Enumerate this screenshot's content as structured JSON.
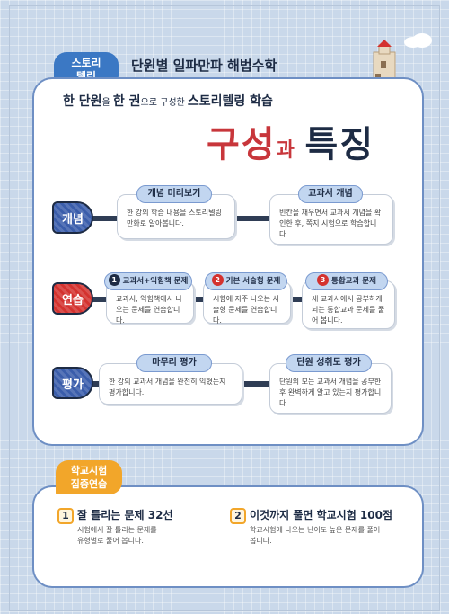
{
  "header": {
    "tag_line1": "스토리",
    "tag_line2": "텔링",
    "title": "단원별 일파만파 해법수학"
  },
  "main": {
    "subtitle_part1": "한 단원",
    "subtitle_part2": "을 ",
    "subtitle_part3": "한 권",
    "subtitle_part4": "으로 구성한 ",
    "subtitle_part5": "스토리텔링 학습",
    "big_title_1": "구성",
    "big_title_2": "과 ",
    "big_title_3": "특징"
  },
  "rows": {
    "concept": {
      "label": "개념",
      "cards": [
        {
          "title": "개념 미리보기",
          "desc": "한 강의 학습 내용을 스토리텔링 만화로 알아봅니다."
        },
        {
          "title": "교과서 개념",
          "desc": "빈칸을 채우면서 교과서 개념을 확인한 후, 쪽지 시험으로 학습합니다."
        }
      ]
    },
    "practice": {
      "label": "연습",
      "cards": [
        {
          "num": "1",
          "title": "교과서+익힘책 문제",
          "desc": "교과서, 익힘책에서 나오는 문제를 연습합니다."
        },
        {
          "num": "2",
          "title": "기본 서술형 문제",
          "desc": "시험에 자주 나오는 서술형 문제를 연습합니다."
        },
        {
          "num": "3",
          "title": "통합교과 문제",
          "desc": "새 교과서에서 공부하게 되는 통합교과 문제를 풀어 봅니다."
        }
      ]
    },
    "evaluation": {
      "label": "평가",
      "cards": [
        {
          "title": "마무리 평가",
          "desc": "한 강의 교과서 개념을 완전히 익혔는지 평가합니다."
        },
        {
          "title": "단원 성취도 평가",
          "desc": "단원의 모든 교과서 개념을 공부한 후 완벽하게 알고 있는지 평가합니다."
        }
      ]
    }
  },
  "school": {
    "tag_line1": "학교시험",
    "tag_line2": "집중연습",
    "items": [
      {
        "num": "1",
        "title": "잘 틀리는 문제 32선",
        "desc_line1": "시험에서 잘 틀리는 문제를",
        "desc_line2": "유형별로 풀어 봅니다."
      },
      {
        "num": "2",
        "title": "이것까지 풀면 학교시험 100점",
        "desc_line1": "학교시험에 나오는 난이도 높은 문제를 풀어",
        "desc_line2": "봅니다."
      }
    ]
  },
  "icons": {
    "castle": "castle-icon",
    "cloud": "cloud-icon"
  },
  "colors": {
    "primary_blue": "#3b78c4",
    "navy": "#1d2b44",
    "red": "#d4322f",
    "orange": "#f2a62a",
    "pill_blue": "#c2d6f0"
  }
}
